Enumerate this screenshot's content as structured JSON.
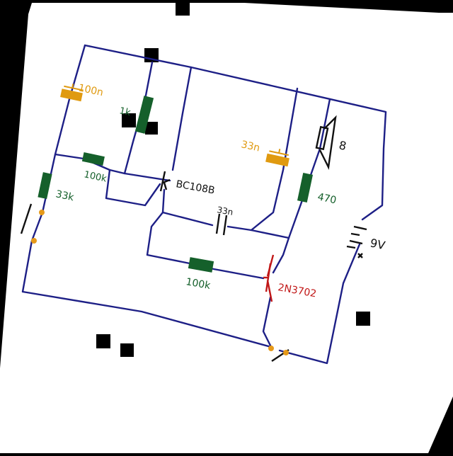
{
  "diagram": {
    "labels": {
      "cap_top_left": "100n",
      "res_top_mid": "1k",
      "res_left": "33k",
      "res_mid_left": "100k",
      "transistor_top": "BC108B",
      "cap_mid": "33n",
      "cap_right": "33n",
      "speaker": "8",
      "res_right": "470",
      "battery": "9V",
      "res_bottom": "100k",
      "transistor_bottom": "2N3702"
    },
    "colors": {
      "paper": "#ffffff",
      "wire": "#1d1f86",
      "resistor": "#15602b",
      "capacitor": "#e09a10",
      "transistor_red": "#c11818",
      "ink": "#111111",
      "terminal": "#e69a1a"
    }
  }
}
